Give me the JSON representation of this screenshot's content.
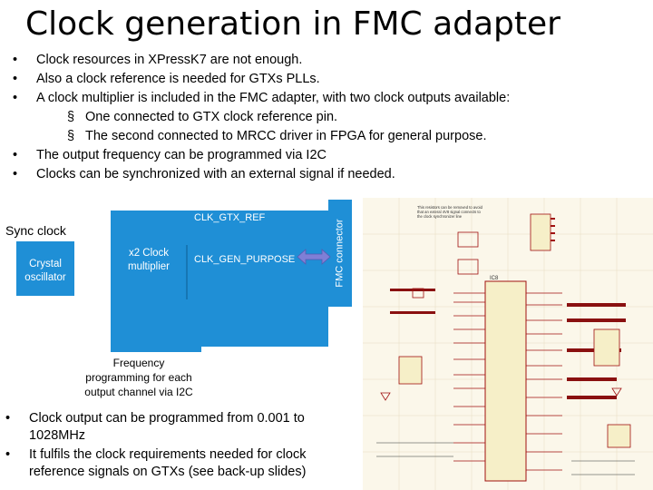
{
  "title": "Clock generation in FMC adapter",
  "bullets": [
    "Clock resources in XPressK7 are not enough.",
    "Also a clock reference is needed for GTXs PLLs.",
    "A clock multiplier is included in the FMC adapter, with two clock outputs available:",
    "The output frequency can be programmed via I2C",
    "Clocks can be synchronized with an external signal if needed."
  ],
  "sub_bullets": [
    "One connected to GTX clock reference pin.",
    "The second connected to MRCC driver in FPGA for general purpose."
  ],
  "diagram": {
    "sync_clock": "Sync clock",
    "crystal": "Crystal oscillator",
    "multiplier": "x2 Clock multiplier",
    "clk_gtx": "CLK_GTX_REF",
    "clk_gen": "CLK_GEN_PURPOSE",
    "fmc": "FMC connector",
    "freq_note": "Frequency programming for each output channel via I2C",
    "arrow_color": "#7f7fd6",
    "block_color": "#1f8fd6"
  },
  "bottom_bullets": [
    "Clock output can be programmed from 0.001 to 1028MHz",
    "It fulfils the clock requirements needed for clock reference signals on GTXs (see back-up slides)"
  ],
  "schematic": {
    "ic_label": "IC8",
    "note": "This resistors can be removed to avoid that an exteral 4V8 signal connects to the clock synchronizer line"
  }
}
